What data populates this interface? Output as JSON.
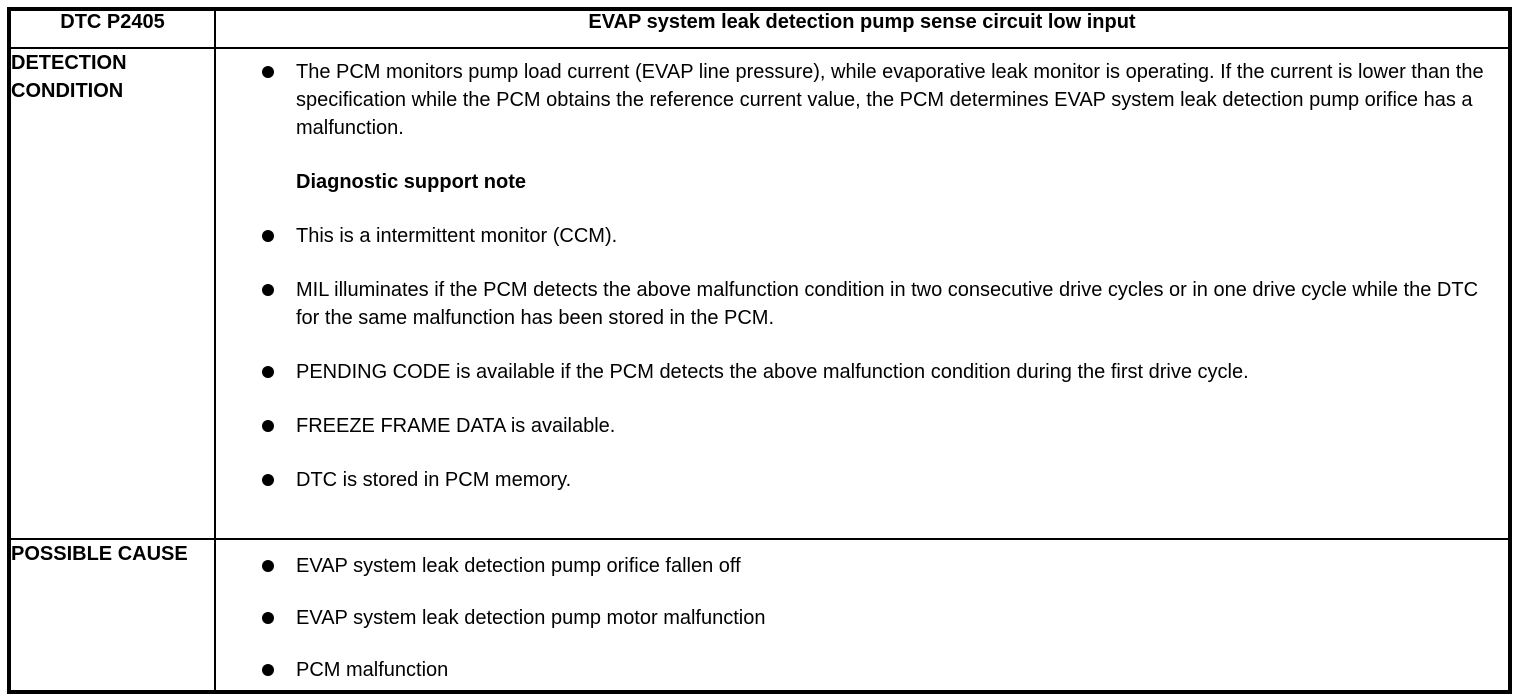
{
  "page": {
    "background_color": "#ffffff",
    "border_color": "#000000"
  },
  "table": {
    "dtc_code": "DTC P2405",
    "title": "EVAP system leak detection pump sense circuit low input",
    "detection_condition": {
      "label": "DETECTION CONDITION",
      "items": [
        {
          "type": "bullet",
          "text": "The PCM monitors pump load current (EVAP line pressure), while evaporative leak monitor is operating. If the current is lower than the specification while the PCM obtains the reference current value, the PCM determines EVAP system leak detection pump orifice has a malfunction."
        },
        {
          "type": "heading",
          "text": "Diagnostic support note"
        },
        {
          "type": "bullet",
          "text": "This is a intermittent monitor (CCM)."
        },
        {
          "type": "bullet",
          "text": "MIL illuminates if the PCM detects the above malfunction condition in two consecutive drive cycles or in one drive cycle while the DTC for the same malfunction has been stored in the PCM."
        },
        {
          "type": "bullet",
          "text": "PENDING CODE is available if the PCM detects the above malfunction condition during the first drive cycle."
        },
        {
          "type": "bullet",
          "text": "FREEZE FRAME DATA is available."
        },
        {
          "type": "bullet",
          "text": "DTC is stored in PCM memory."
        }
      ]
    },
    "possible_cause": {
      "label": "POSSIBLE CAUSE",
      "items": [
        {
          "type": "bullet",
          "text": "EVAP system leak detection pump orifice fallen off"
        },
        {
          "type": "bullet",
          "text": "EVAP system leak detection pump motor malfunction"
        },
        {
          "type": "bullet",
          "text": "PCM malfunction"
        }
      ]
    }
  }
}
